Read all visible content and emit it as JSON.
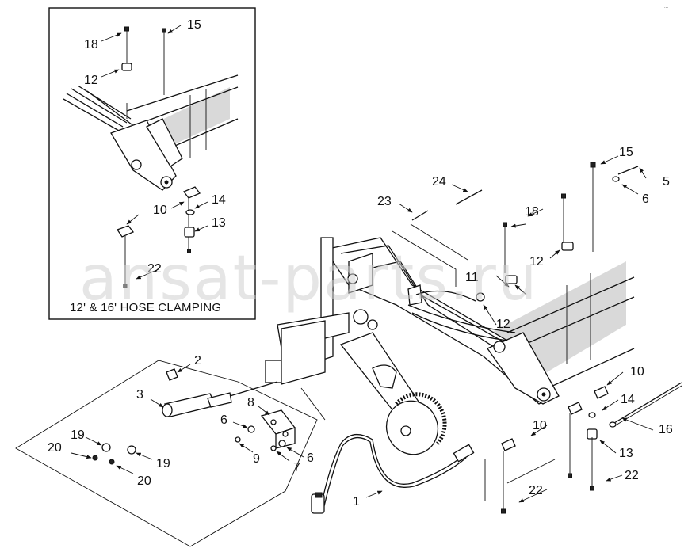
{
  "inset": {
    "caption": "12' & 16' HOSE CLAMPING",
    "callouts": [
      "18",
      "15",
      "12",
      "10",
      "14",
      "13",
      "22"
    ]
  },
  "main_callouts": {
    "c1": "1",
    "c2": "2",
    "c3": "3",
    "c5": "5",
    "c6a": "6",
    "c6b": "6",
    "c6c": "6",
    "c7": "7",
    "c8": "8",
    "c9": "9",
    "c10a": "10",
    "c10b": "10",
    "c11": "11",
    "c12a": "12",
    "c12b": "12",
    "c13": "13",
    "c14": "14",
    "c15": "15",
    "c16": "16",
    "c18": "18",
    "c19a": "19",
    "c19b": "19",
    "c20a": "20",
    "c20b": "20",
    "c22a": "22",
    "c22b": "22",
    "c23": "23",
    "c24": "24"
  },
  "watermark": "ansat-parts.ru",
  "corner_mark": "..."
}
